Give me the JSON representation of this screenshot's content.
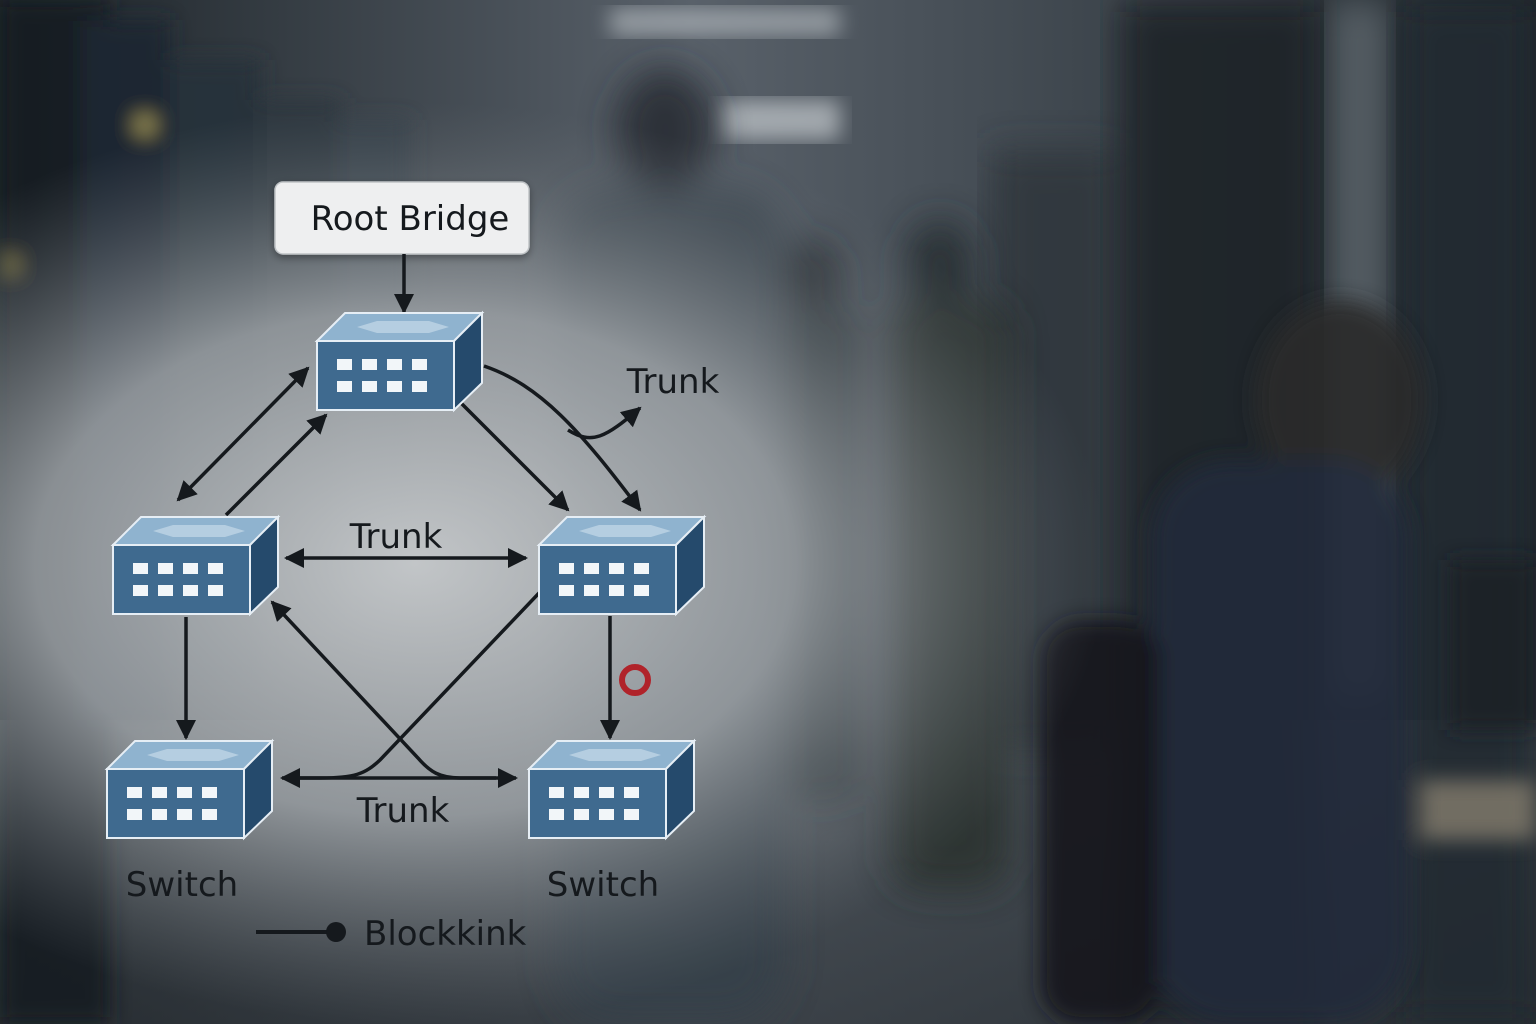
{
  "diagram": {
    "root_label": "Root Bridge",
    "edge_labels": {
      "top_trunk": "Trunk",
      "middle_trunk": "Trunk",
      "bottom_trunk": "Trunk"
    },
    "switch_labels": {
      "bottom_left": "Switch",
      "bottom_right": "Switch"
    },
    "legend": {
      "label": "Blockkink"
    },
    "colors": {
      "switch_top": "#8fb3cf",
      "switch_front": "#3f6a8f",
      "switch_side": "#254a6c",
      "blocked_marker": "#b0232a",
      "line": "#15191d"
    }
  }
}
